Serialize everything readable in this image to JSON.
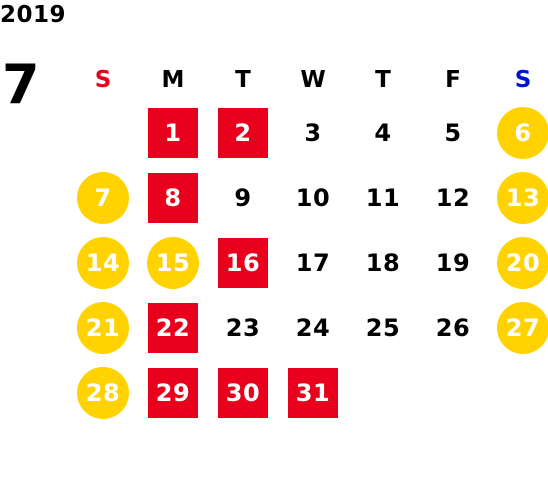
{
  "year": "2019",
  "month": "7",
  "colors": {
    "sunday": "#e8001c",
    "saturday": "#0012d8",
    "holiday_square": "#e8001c",
    "weekend_circle": "#ffd200",
    "plain_text": "#000000"
  },
  "weekdays": [
    {
      "label": "S",
      "color": "#e8001c"
    },
    {
      "label": "M",
      "color": "#000000"
    },
    {
      "label": "T",
      "color": "#000000"
    },
    {
      "label": "W",
      "color": "#000000"
    },
    {
      "label": "T",
      "color": "#000000"
    },
    {
      "label": "F",
      "color": "#000000"
    },
    {
      "label": "S",
      "color": "#0012d8"
    }
  ],
  "weeks": [
    [
      null,
      {
        "d": "1",
        "s": "square"
      },
      {
        "d": "2",
        "s": "square"
      },
      {
        "d": "3",
        "s": "plain"
      },
      {
        "d": "4",
        "s": "plain"
      },
      {
        "d": "5",
        "s": "plain"
      },
      {
        "d": "6",
        "s": "circle"
      }
    ],
    [
      {
        "d": "7",
        "s": "circle"
      },
      {
        "d": "8",
        "s": "square"
      },
      {
        "d": "9",
        "s": "plain"
      },
      {
        "d": "10",
        "s": "plain"
      },
      {
        "d": "11",
        "s": "plain"
      },
      {
        "d": "12",
        "s": "plain"
      },
      {
        "d": "13",
        "s": "circle"
      }
    ],
    [
      {
        "d": "14",
        "s": "circle"
      },
      {
        "d": "15",
        "s": "circle"
      },
      {
        "d": "16",
        "s": "square"
      },
      {
        "d": "17",
        "s": "plain"
      },
      {
        "d": "18",
        "s": "plain"
      },
      {
        "d": "19",
        "s": "plain"
      },
      {
        "d": "20",
        "s": "circle"
      }
    ],
    [
      {
        "d": "21",
        "s": "circle"
      },
      {
        "d": "22",
        "s": "square"
      },
      {
        "d": "23",
        "s": "plain"
      },
      {
        "d": "24",
        "s": "plain"
      },
      {
        "d": "25",
        "s": "plain"
      },
      {
        "d": "26",
        "s": "plain"
      },
      {
        "d": "27",
        "s": "circle"
      }
    ],
    [
      {
        "d": "28",
        "s": "circle"
      },
      {
        "d": "29",
        "s": "square"
      },
      {
        "d": "30",
        "s": "square"
      },
      {
        "d": "31",
        "s": "square"
      },
      null,
      null,
      null
    ]
  ]
}
